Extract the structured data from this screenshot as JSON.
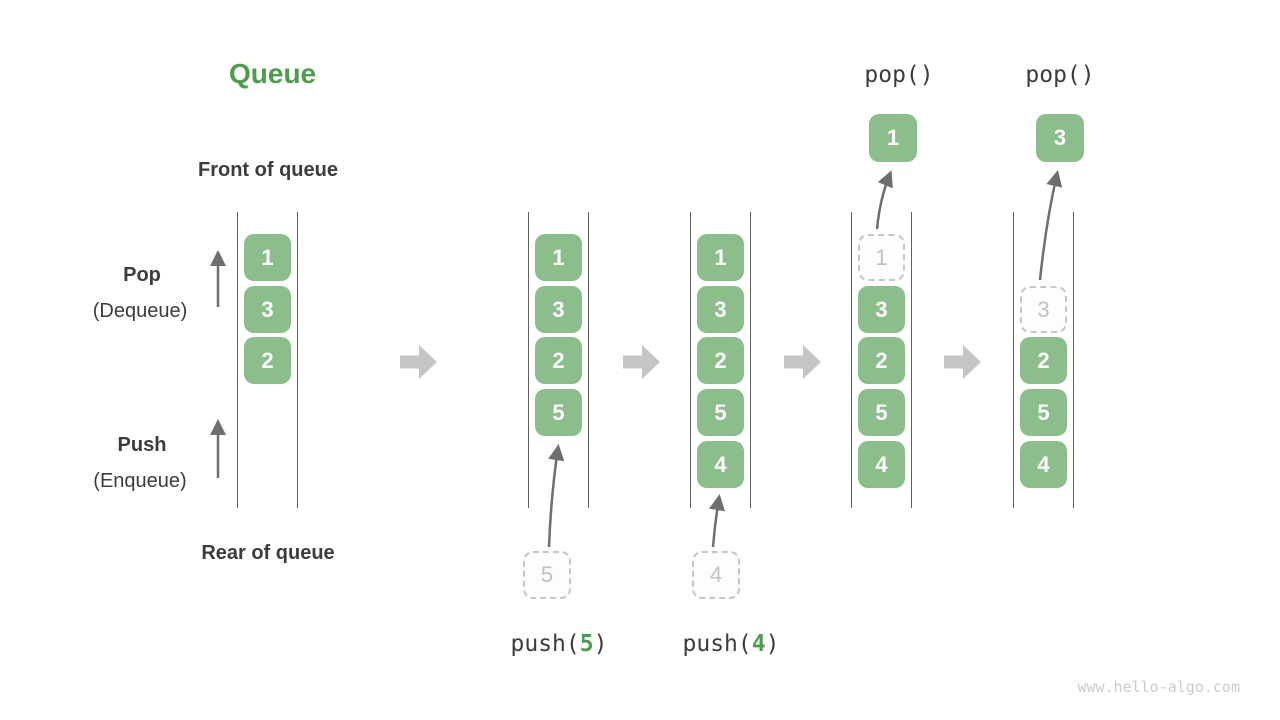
{
  "title": "Queue",
  "labels": {
    "front": "Front of queue",
    "rear": "Rear of queue",
    "pop": "Pop",
    "pop_sub": "(Dequeue)",
    "push": "Push",
    "push_sub": "(Enqueue)"
  },
  "watermark": "www.hello-algo.com",
  "colors": {
    "box_green": "#8cbe8c",
    "accent_green": "#4a9d4a",
    "text_dark": "#3c3c3c",
    "dashed_gray": "#c6c6c6",
    "thin_arrow_gray": "#6e6e6e",
    "block_arrow_gray": "#c5c5c5"
  },
  "states": [
    {
      "name": "initial",
      "items": [
        "1",
        "3",
        "2"
      ]
    },
    {
      "name": "after-push-5",
      "items": [
        "1",
        "3",
        "2",
        "5"
      ]
    },
    {
      "name": "after-push-4",
      "items": [
        "1",
        "3",
        "2",
        "5",
        "4"
      ]
    },
    {
      "name": "after-pop-1",
      "removed": "1",
      "items": [
        "3",
        "2",
        "5",
        "4"
      ]
    },
    {
      "name": "after-pop-3",
      "removed": "3",
      "items": [
        "2",
        "5",
        "4"
      ]
    }
  ],
  "operations": {
    "push5": {
      "prefix": "push(",
      "value": "5",
      "suffix": ")"
    },
    "push4": {
      "prefix": "push(",
      "value": "4",
      "suffix": ")"
    },
    "pop1": {
      "label": "pop()",
      "result": "1"
    },
    "pop3": {
      "label": "pop()",
      "result": "3"
    }
  }
}
